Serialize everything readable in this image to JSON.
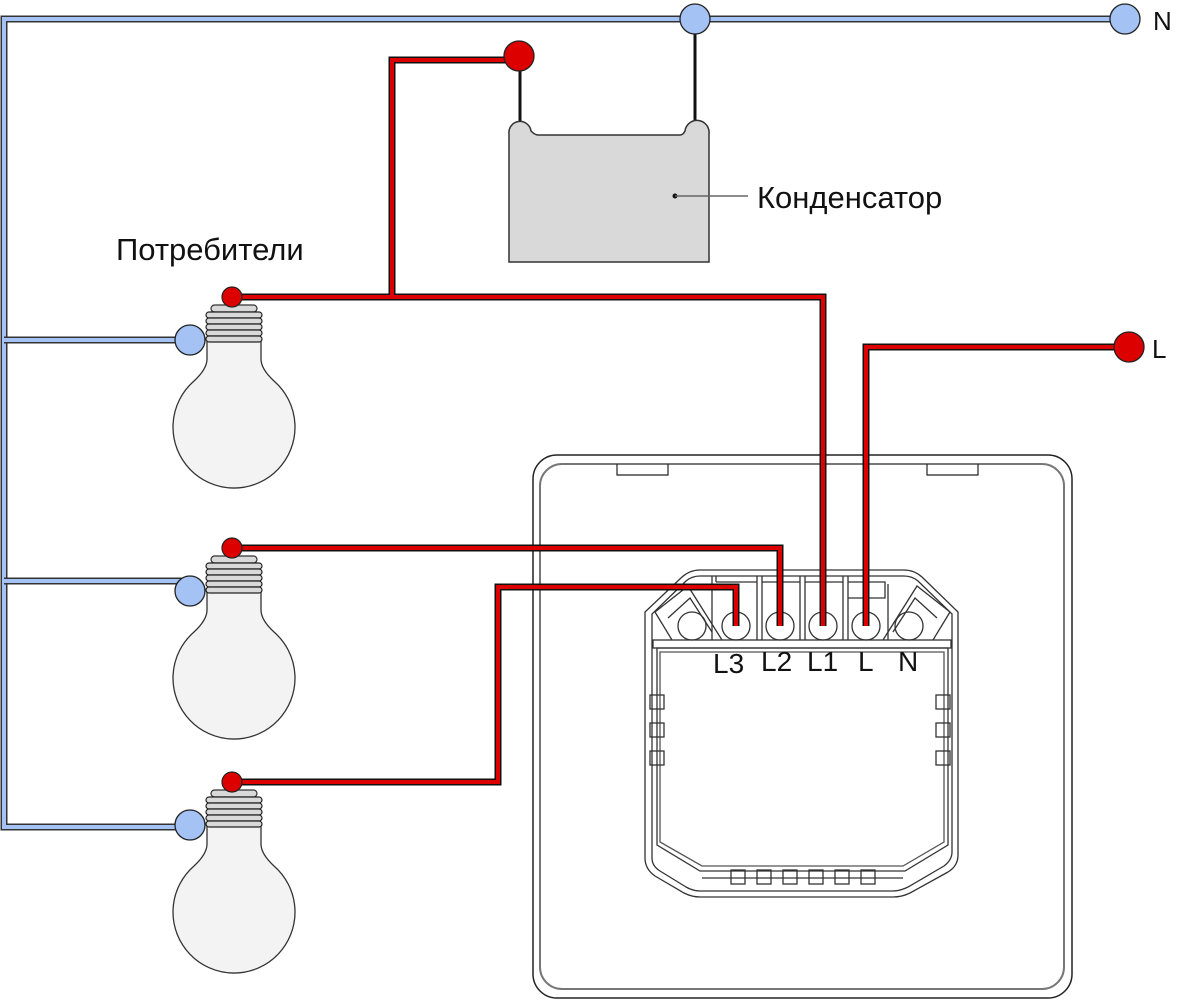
{
  "title": "Схема подключения трёхканального выключателя с конденсатором",
  "labels": {
    "consumers": "Потребители",
    "capacitor": "Конденсатор",
    "neutral_end": "N",
    "line_end": "L"
  },
  "terminals": [
    {
      "id": "L3",
      "label": "L3",
      "wired": true
    },
    {
      "id": "L2",
      "label": "L2",
      "wired": true
    },
    {
      "id": "L1",
      "label": "L1",
      "wired": true
    },
    {
      "id": "L",
      "label": "L",
      "wired": true
    },
    {
      "id": "N",
      "label": "N",
      "wired": false
    }
  ],
  "consumers": [
    {
      "name": "bulb-1",
      "connected_to": "L1"
    },
    {
      "name": "bulb-2",
      "connected_to": "L2"
    },
    {
      "name": "bulb-3",
      "connected_to": "L3"
    }
  ],
  "colors": {
    "phase_wire": "#dd0000",
    "neutral_wire": "#a4c2f4",
    "wire_outline": "#111111",
    "capacitor_fill": "#d9d9d9",
    "bulb_fill": "#f3f3f3",
    "bulb_base_fill": "#d9d9d9"
  }
}
